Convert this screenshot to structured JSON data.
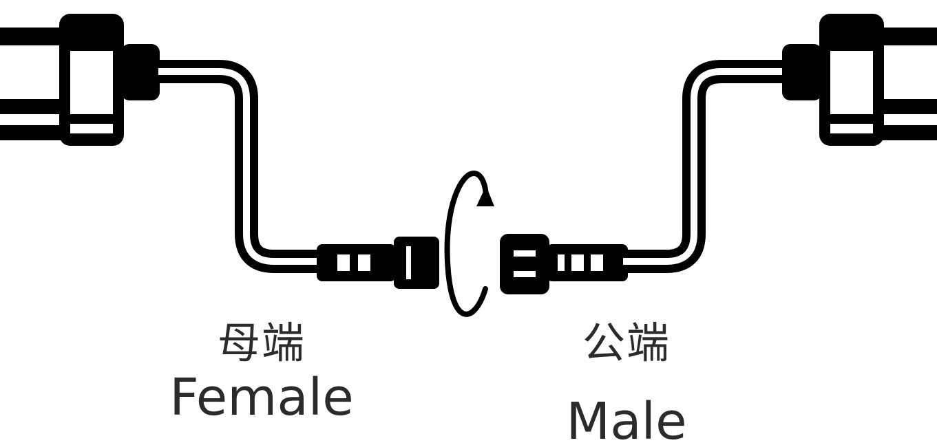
{
  "labels": {
    "female": {
      "chinese": "母端",
      "english": "Female"
    },
    "male": {
      "chinese": "公端",
      "english": "Male"
    }
  },
  "colors": {
    "ink": "#000000",
    "text": "#2b2b2b",
    "background": "#ffffff"
  },
  "icons": {
    "rotation": "rotate-arrow-icon"
  }
}
